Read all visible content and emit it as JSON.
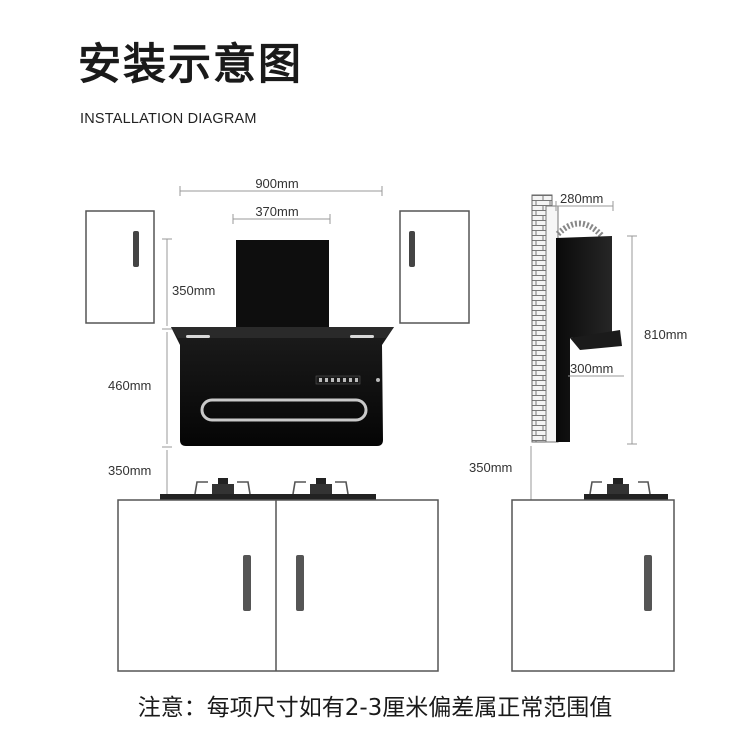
{
  "header": {
    "title": "安装示意图",
    "subtitle": "INSTALLATION DIAGRAM"
  },
  "front_view": {
    "dim_width": "900mm",
    "dim_panel_width": "370mm",
    "dim_panel_height": "350mm",
    "dim_hood_height": "460mm",
    "dim_clearance": "350mm"
  },
  "side_view": {
    "dim_depth": "280mm",
    "dim_total_height": "810mm",
    "dim_hood_depth": "300mm",
    "dim_clearance": "350mm"
  },
  "footer": {
    "note": "注意：每项尺寸如有2-3厘米偏差属正常范围值"
  },
  "colors": {
    "hood": "#111111",
    "cabinet_outline": "#555555",
    "handle": "#444444",
    "dimension_line": "#999999"
  }
}
